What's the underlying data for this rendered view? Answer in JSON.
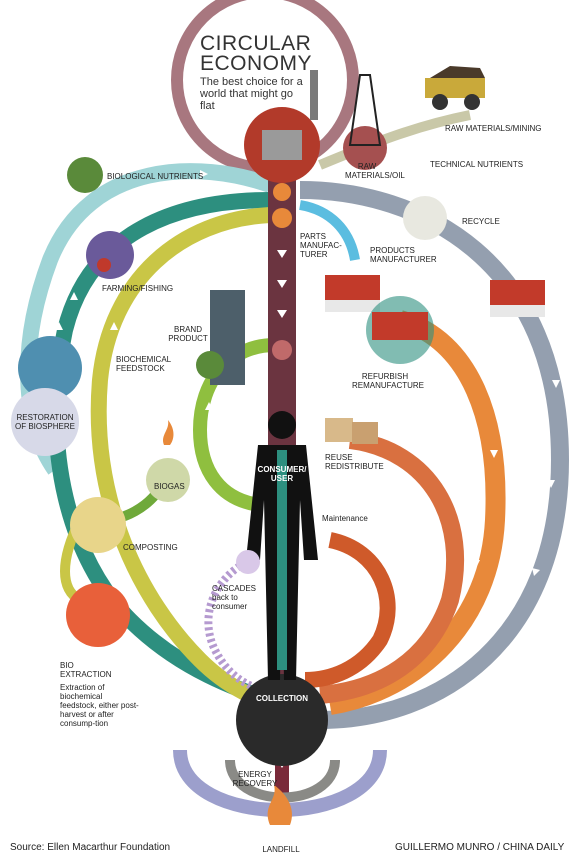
{
  "title_line1": "CIRCULAR",
  "title_line2": "ECONOMY",
  "subtitle": "The best choice for a world that might go flat",
  "labels": {
    "raw_materials_mining": "RAW MATERIALS/MINING",
    "raw_materials_oil": "RAW MATERIALS/OIL",
    "technical_nutrients": "TECHNICAL NUTRIENTS",
    "biological_nutrients": "BIOLOGICAL NUTRIENTS",
    "recycle": "RECYCLE",
    "parts_manufacturer": "PARTS MANUFAC-TURER",
    "products_manufacturer": "PRODUCTS MANUFACTURER",
    "farming_fishing": "FARMING/FISHING",
    "brand_product": "BRAND PRODUCT",
    "biochemical_feedstock": "BIOCHEMICAL FEEDSTOCK",
    "refurbish": "REFURBISH REMANUFACTURE",
    "restoration": "RESTORATION OF BIOSPHERE",
    "reuse": "REUSE REDISTRIBUTE",
    "consumer": "CONSUMER/ USER",
    "biogas": "BIOGAS",
    "maintenance": "Maintenance",
    "composting": "COMPOSTING",
    "cascades": "CASCADES back to consumer",
    "bio_extraction": "BIO EXTRACTION",
    "bio_extraction_desc": "Extraction of biochemical feedstock, either post-harvest or after consump-tion",
    "collection": "COLLECTION",
    "energy_recovery": "ENERGY RECOVERY",
    "landfill": "LANDFILL"
  },
  "footer": {
    "source": "Source: Ellen Macarthur Foundation",
    "credit": "GUILLERMO MUNRO / CHINA DAILY"
  },
  "colors": {
    "title_ring": "#a8777f",
    "technical_blue_gray": "#8e9aab",
    "light_teal": "#9fd4d6",
    "dark_teal": "#2d8f7f",
    "lime_green": "#8fbf3f",
    "yellow_green": "#c9c646",
    "orange": "#e8893a",
    "red_orange": "#cf5a2a",
    "stem_maroon": "#6b3440",
    "dark_gray_circle": "#2a2a2a",
    "landfill_lavender": "#9c9fcc"
  }
}
